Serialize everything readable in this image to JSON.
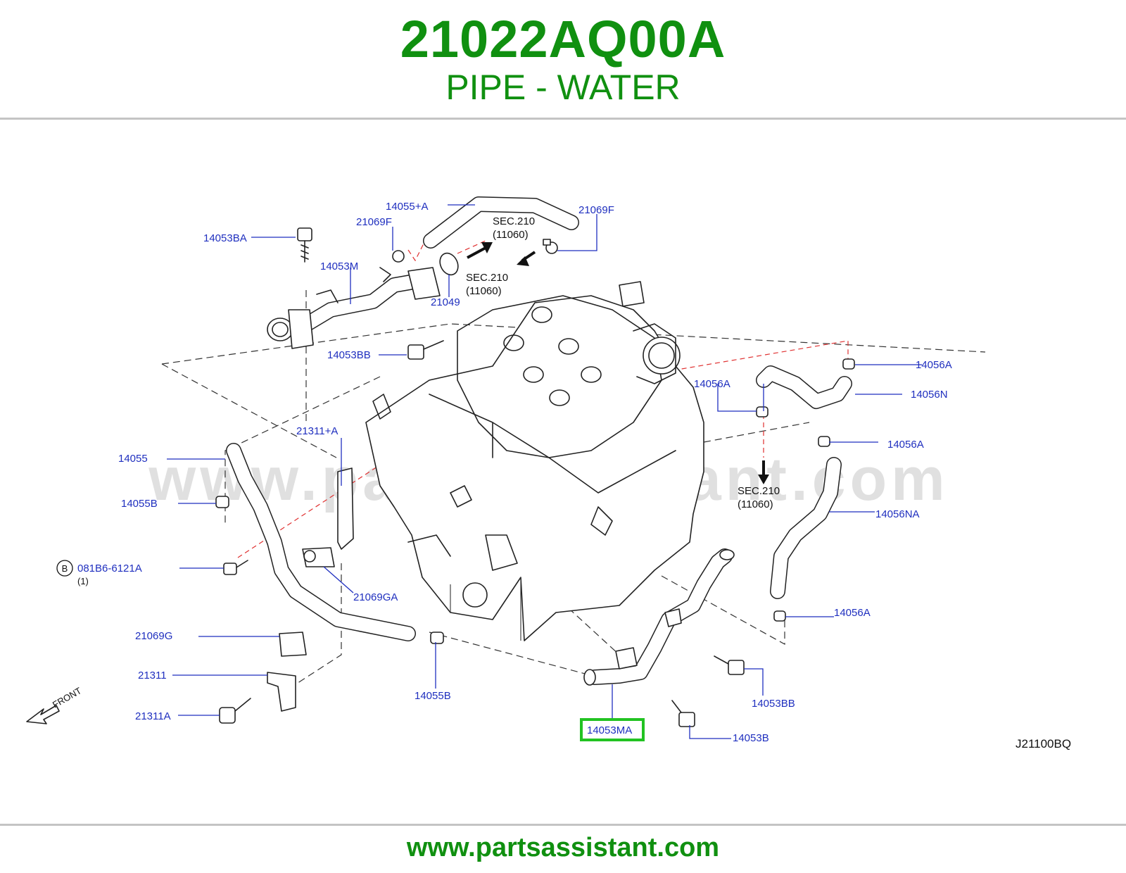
{
  "header": {
    "part_number": "21022AQ00A",
    "part_name": "PIPE - WATER"
  },
  "footer": {
    "url": "www.partsassistant.com"
  },
  "diagram": {
    "watermark": "www.partsassistant.com",
    "diagram_code": "J21100BQ",
    "front_label": "FRONT",
    "callout_b": "B",
    "callout_b_qty": "(1)",
    "labels": {
      "l14055_a": "14055+A",
      "l21069f_1": "21069F",
      "l21069f_2": "21069F",
      "l14053ba": "14053BA",
      "l14053m": "14053M",
      "l21049": "21049",
      "l14053bb_1": "14053BB",
      "l14056a_1": "14056A",
      "l14056a_2": "14056A",
      "l14056n": "14056N",
      "l14056a_3": "14056A",
      "l14056na": "14056NA",
      "l14056a_4": "14056A",
      "l21311_a": "21311+A",
      "l14055": "14055",
      "l14055b_1": "14055B",
      "l081b6": "081B6-6121A",
      "l21069ga": "21069GA",
      "l21069g": "21069G",
      "l21311": "21311",
      "l21311a": "21311A",
      "l14055b_2": "14055B",
      "l14053ma": "14053MA",
      "l14053bb_2": "14053BB",
      "l14053b": "14053B"
    },
    "sec_refs": [
      {
        "line1": "SEC.210",
        "line2": "(11060)"
      },
      {
        "line1": "SEC.210",
        "line2": "(11060)"
      },
      {
        "line1": "SEC.210",
        "line2": "(11060)"
      }
    ],
    "highlighted_part": "14053MA",
    "colors": {
      "title_green": "#109010",
      "label_blue": "#1f2fbf",
      "highlight_green": "#22c322",
      "ref_dash_red": "#e03030"
    }
  }
}
